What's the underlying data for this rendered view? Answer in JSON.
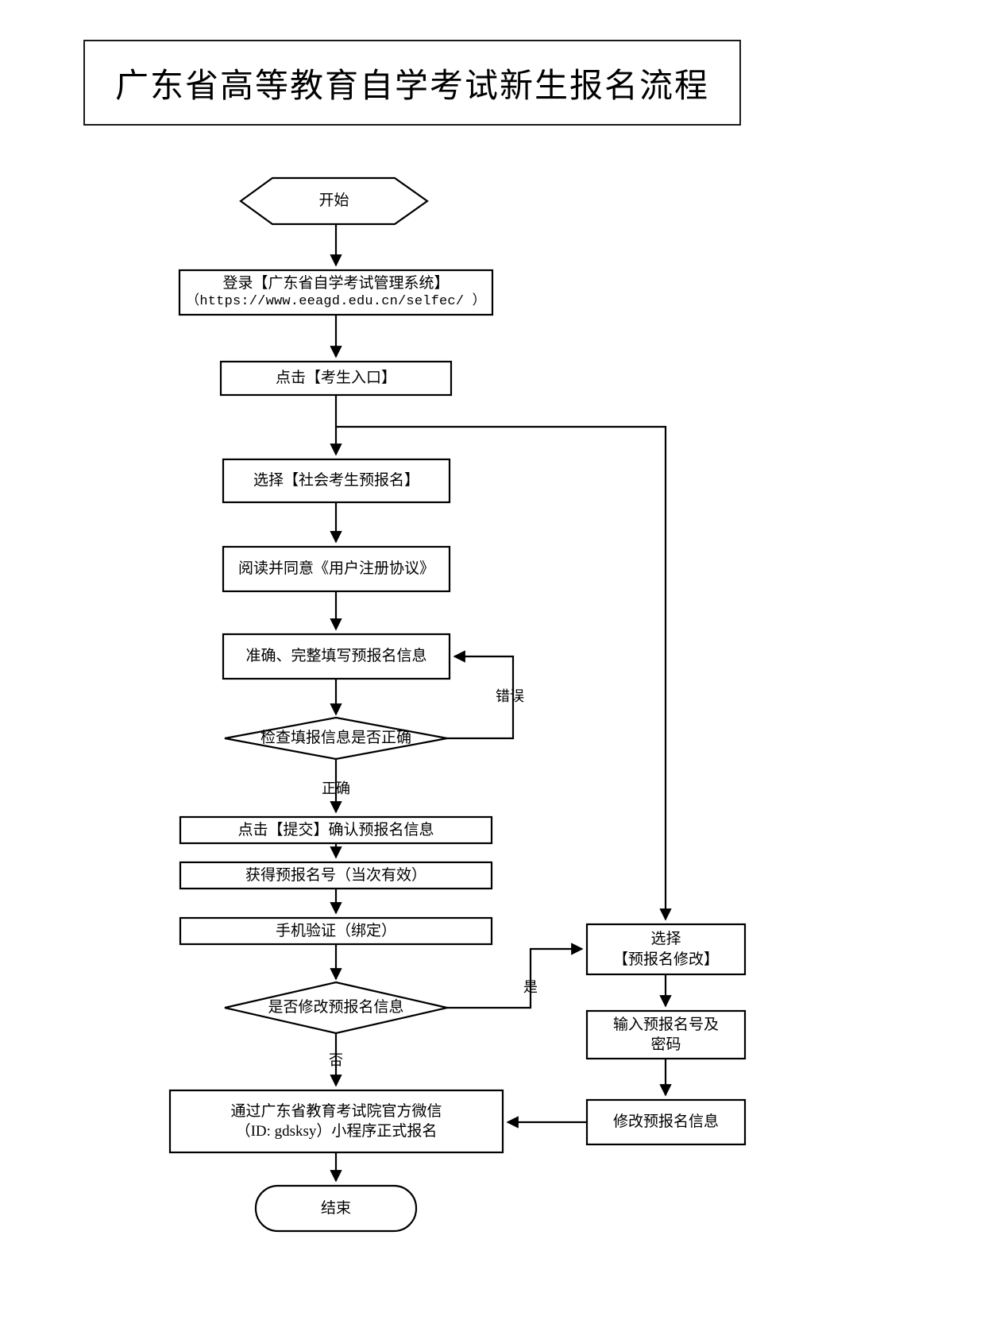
{
  "document": {
    "title": "广东省高等教育自学考试新生报名流程",
    "type": "flowchart",
    "background_color": "#ffffff",
    "line_color": "#000000"
  },
  "flowchart": {
    "nodes": [
      {
        "id": "start",
        "shape": "hexagon",
        "lines": [
          "开始"
        ]
      },
      {
        "id": "login",
        "shape": "rectangle",
        "lines": [
          "登录【广东省自学考试管理系统】",
          "（https://www.eeagd.edu.cn/selfec/ ）"
        ]
      },
      {
        "id": "entry",
        "shape": "rectangle",
        "lines": [
          "点击【考生入口】"
        ]
      },
      {
        "id": "pre-register",
        "shape": "rectangle",
        "lines": [
          "选择【社会考生预报名】"
        ]
      },
      {
        "id": "agreement",
        "shape": "rectangle",
        "lines": [
          "阅读并同意《用户注册协议》"
        ]
      },
      {
        "id": "fill-info",
        "shape": "rectangle",
        "lines": [
          "准确、完整填写预报名信息"
        ]
      },
      {
        "id": "check-info",
        "shape": "diamond",
        "lines": [
          "检查填报信息是否正确"
        ]
      },
      {
        "id": "submit",
        "shape": "rectangle",
        "lines": [
          "点击【提交】确认预报名信息"
        ]
      },
      {
        "id": "get-number",
        "shape": "rectangle",
        "lines": [
          "获得预报名号（当次有效）"
        ]
      },
      {
        "id": "phone-verify",
        "shape": "rectangle",
        "lines": [
          "手机验证（绑定）"
        ]
      },
      {
        "id": "modify-q",
        "shape": "diamond",
        "lines": [
          "是否修改预报名信息"
        ]
      },
      {
        "id": "choose-edit",
        "shape": "rectangle",
        "lines": [
          "选择",
          "【预报名修改】"
        ]
      },
      {
        "id": "input-creds",
        "shape": "rectangle",
        "lines": [
          "输入预报名号及",
          "密码"
        ]
      },
      {
        "id": "modify-info",
        "shape": "rectangle",
        "lines": [
          "修改预报名信息"
        ]
      },
      {
        "id": "wechat",
        "shape": "rectangle",
        "lines": [
          "通过广东省教育考试院官方微信",
          "（ID: gdsksy）小程序正式报名"
        ]
      },
      {
        "id": "end",
        "shape": "stadium",
        "lines": [
          "结束"
        ]
      }
    ],
    "edge_labels": [
      {
        "id": "error",
        "text": "错误"
      },
      {
        "id": "correct",
        "text": "正确"
      },
      {
        "id": "yes",
        "text": "是"
      },
      {
        "id": "no",
        "text": "否"
      }
    ]
  }
}
